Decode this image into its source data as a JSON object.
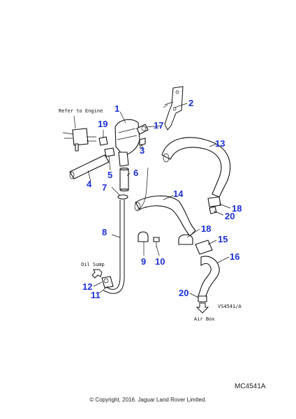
{
  "diagram": {
    "callouts": {
      "refer_to_engine": "Refer to Engine",
      "oil_sump": "Oil Sump",
      "air_box": "Air Box",
      "drawing_id": "VS4541/A"
    },
    "parts": [
      "1",
      "2",
      "3",
      "4",
      "5",
      "6",
      "7",
      "8",
      "9",
      "10",
      "11",
      "12",
      "13",
      "14",
      "15",
      "16",
      "17",
      "18",
      "18",
      "19",
      "20",
      "20"
    ],
    "label_color": "#1a2fd6"
  },
  "footer": {
    "reference_code": "MC4541A",
    "copyright": "© Copyright, 2016. Jaguar Land Rover Limited."
  }
}
